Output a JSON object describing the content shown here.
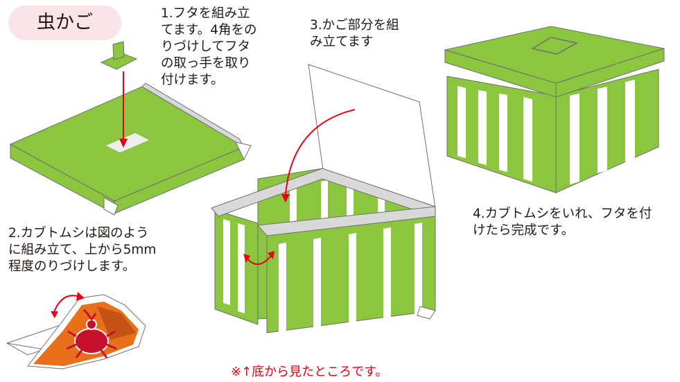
{
  "title": "虫かご",
  "steps": [
    {
      "text": "1.フタを組み立\nてます。4角をの\nりづけしてフタ\nの取っ手を取り\n  付けます。"
    },
    {
      "text": "2.カブトムシは図のよう\nに組み立て、上から5mm\n程度のりづけします。"
    },
    {
      "text": "3.かご部分を組\nみ立てます"
    },
    {
      "text": "4.カブトムシをいれ、フタを付\nけたら完成です。"
    }
  ],
  "note": "※↑底から見たところです。",
  "colors": {
    "green": "#8cc63f",
    "gray": "#d9d9d9",
    "red": "#e60012",
    "badge": "#fbe3ea",
    "beetle": "#c8102e",
    "wood": "#e8701a"
  }
}
